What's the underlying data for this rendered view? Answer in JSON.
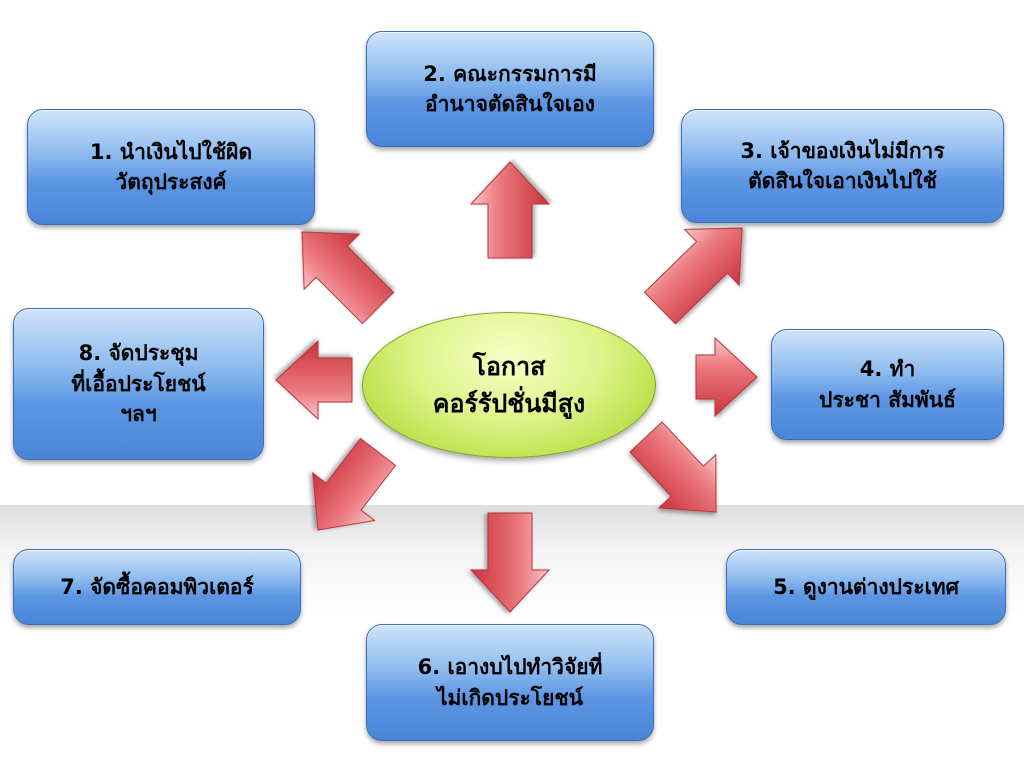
{
  "center": {
    "line1": "โอกาส",
    "line2": "คอร์รัปชั่นมีสูง"
  },
  "boxes": {
    "b1": {
      "line1": "1. นำเงินไปใช้ผิด",
      "line2": "วัตถุประสงค์"
    },
    "b2": {
      "line1": "2. คณะกรรมการมี",
      "line2": "อำนาจตัดสินใจเอง"
    },
    "b3": {
      "line1": "3. เจ้าของเงินไม่มีการ",
      "line2": "ตัดสินใจเอาเงินไปใช้"
    },
    "b4": {
      "line1": "4. ทำ",
      "line2": "ประชา สัมพันธ์"
    },
    "b5": {
      "line1": "5. ดูงานต่างประเทศ"
    },
    "b6": {
      "line1": "6. เอางบไปทำวิจัยที่",
      "line2": "ไม่เกิดประโยชน์"
    },
    "b7": {
      "line1": "7. จัดซื้อคอมพิวเตอร์"
    },
    "b8": {
      "line1": "8. จัดประชุม",
      "line2": "ที่เอื้อประโยชน์",
      "line3": "ฯลฯ"
    }
  },
  "colors": {
    "box_fill": "#5d97e3",
    "box_border": "#3a6fb8",
    "center_fill": "#c8e65a",
    "arrow_fill": "#d9434b"
  }
}
